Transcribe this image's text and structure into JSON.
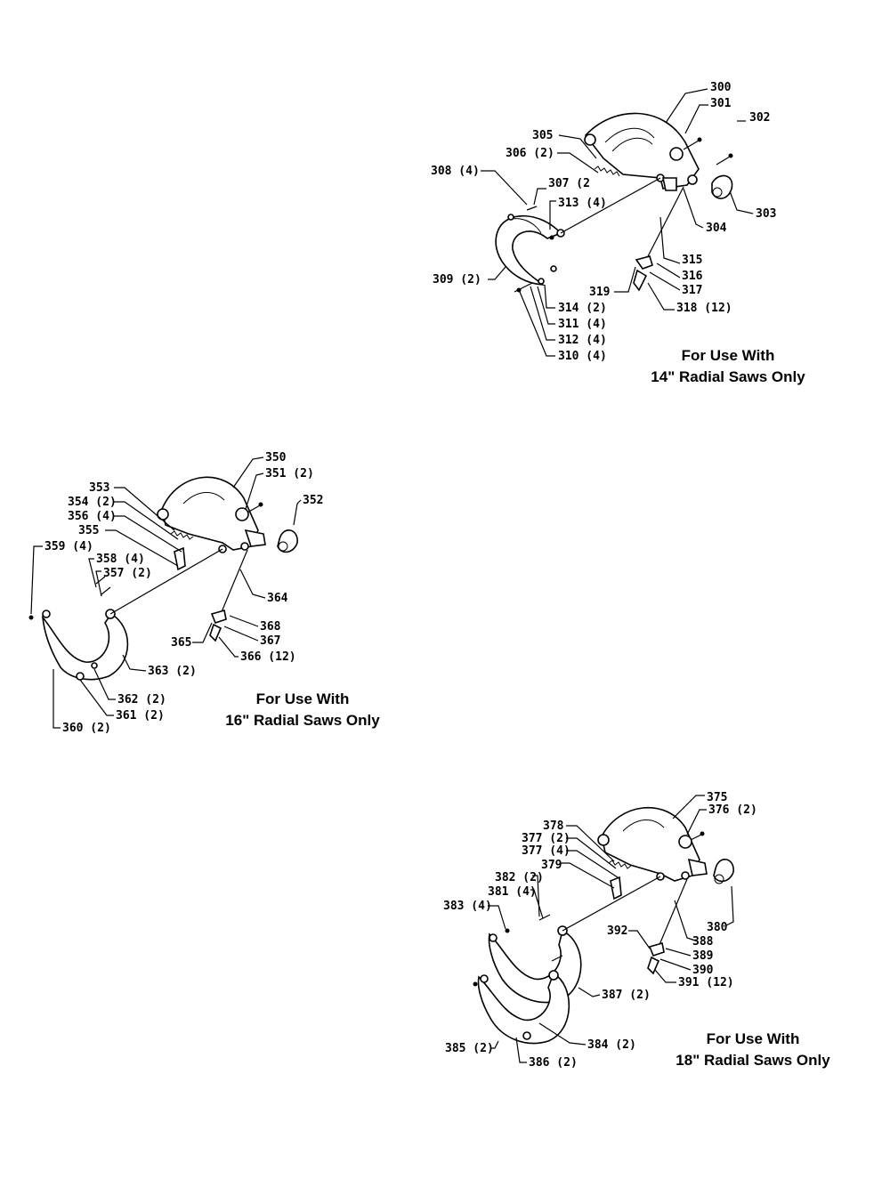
{
  "diagram_14": {
    "caption_line1": "For Use With",
    "caption_line2": "14\" Radial Saws Only",
    "labels": {
      "p300": "300",
      "p301": "301",
      "p302": "302",
      "p303": "303",
      "p304": "304",
      "p305": "305",
      "p306": "306 (2)",
      "p307": "307 (2",
      "p308": "308 (4)",
      "p309": "309 (2)",
      "p310": "310 (4)",
      "p311": "311 (4)",
      "p312": "312 (4)",
      "p313": "313 (4)",
      "p314": "314 (2)",
      "p315": "315",
      "p316": "316",
      "p317": "317",
      "p318": "318 (12)",
      "p319": "319"
    }
  },
  "diagram_16": {
    "caption_line1": "For Use With",
    "caption_line2": "16\" Radial Saws Only",
    "labels": {
      "p350": "350",
      "p351": "351 (2)",
      "p352": "352",
      "p353": "353",
      "p354": "354 (2)",
      "p355": "355",
      "p356": "356 (4)",
      "p357": "357 (2)",
      "p358": "358 (4)",
      "p359": "359 (4)",
      "p360": "360 (2)",
      "p361": "361 (2)",
      "p362": "362 (2)",
      "p363": "363 (2)",
      "p364": "364",
      "p365": "365",
      "p366": "366 (12)",
      "p367": "367",
      "p368": "368"
    }
  },
  "diagram_18": {
    "caption_line1": "For Use With",
    "caption_line2": "18\" Radial Saws Only",
    "labels": {
      "p375": "375",
      "p376": "376 (2)",
      "p377a": "377 (2)",
      "p377b": "377 (4)",
      "p378": "378",
      "p379": "379",
      "p380": "380",
      "p381": "381 (4)",
      "p382": "382 (2)",
      "p383": "383 (4)",
      "p384": "384 (2)",
      "p385": "385 (2)",
      "p386": "386 (2)",
      "p387": "387 (2)",
      "p388": "388",
      "p389": "389",
      "p390": "390",
      "p391": "391 (12)",
      "p392": "392"
    }
  }
}
